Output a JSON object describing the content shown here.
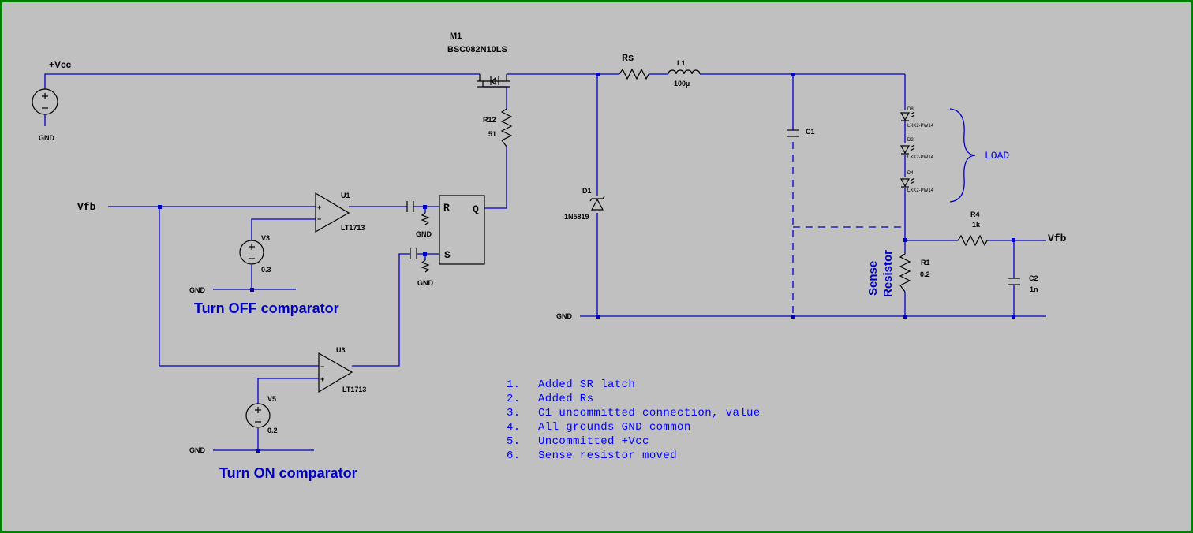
{
  "colors": {
    "border": "#008000",
    "background": "#c0c0c0",
    "wire": "#0000c0",
    "component": "#000000",
    "annotation": "#0000ff"
  },
  "components": {
    "mosfet": {
      "ref": "M1",
      "value": "BSC082N10LS"
    },
    "vcc": {
      "label": "+Vcc",
      "gnd": "GND"
    },
    "rs": {
      "ref": "Rs"
    },
    "l1": {
      "ref": "L1",
      "value": "100µ"
    },
    "r12": {
      "ref": "R12",
      "value": "51"
    },
    "d1": {
      "ref": "D1",
      "value": "1N5819"
    },
    "c1": {
      "ref": "C1"
    },
    "leds": [
      {
        "ref": "D8",
        "value": "LXK2-PW14"
      },
      {
        "ref": "D2",
        "value": "LXK2-PW14"
      },
      {
        "ref": "D4",
        "value": "LXK2-PW14"
      }
    ],
    "load_label": "LOAD",
    "r4": {
      "ref": "R4",
      "value": "1k"
    },
    "r1": {
      "ref": "R1",
      "value": "0.2"
    },
    "c2": {
      "ref": "C2",
      "value": "1n"
    },
    "vfb_right": "Vfb",
    "vfb_left": "Vfb",
    "sense_line1": "Sense",
    "sense_line2": "Resistor",
    "gnd_main": "GND",
    "u1": {
      "ref": "U1",
      "value": "LT1713"
    },
    "u3": {
      "ref": "U3",
      "value": "LT1713"
    },
    "v3": {
      "ref": "V3",
      "value": "0.3",
      "gnd": "GND"
    },
    "v5": {
      "ref": "V5",
      "value": "0.2",
      "gnd": "GND"
    },
    "latch": {
      "r": "R",
      "s": "S",
      "q": "Q",
      "gnd_r": "GND",
      "gnd_s": "GND"
    },
    "opamp_plus": "+",
    "opamp_minus": "−"
  },
  "captions": {
    "turn_off": "Turn OFF comparator",
    "turn_on": "Turn ON comparator"
  },
  "notes": [
    {
      "num": "1.",
      "text": "Added SR latch"
    },
    {
      "num": "2.",
      "text": "Added Rs"
    },
    {
      "num": "3.",
      "text": "C1 uncommitted connection, value"
    },
    {
      "num": "4.",
      "text": "All grounds GND common"
    },
    {
      "num": "5.",
      "text": "Uncommitted +Vcc"
    },
    {
      "num": "6.",
      "text": "Sense resistor moved"
    }
  ]
}
